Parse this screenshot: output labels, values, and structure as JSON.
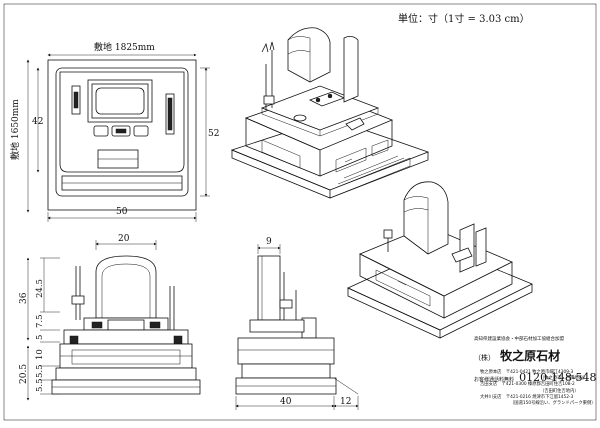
{
  "unit_note": "単位：寸（1寸 = 3.03 cm）",
  "plan_view": {
    "site_width_label": "敷地 1825mm",
    "site_depth_label": "敷地 1650mm",
    "dim_width": "50",
    "dim_depth_left": "42",
    "dim_depth_right": "52"
  },
  "front_view": {
    "dim_top": "20",
    "dim_total_height": "36",
    "dim_upper_height": "24.5",
    "dim_lower_height": "20.5",
    "side_dims": [
      "7.5",
      "5",
      "10",
      "5.5",
      "5.5"
    ]
  },
  "side_view": {
    "dim_top": "9",
    "dim_depth": "40",
    "dim_front": "12"
  },
  "company": {
    "tagline": "高知県建設業協会・中部石材加工協組合加盟",
    "name_prefix": "（株）",
    "name": "牧之原石材",
    "phone_label": "お客様通話料無料",
    "phone": "0120-148-548",
    "branches": [
      {
        "name": "牧之原本店",
        "address": "〒421-0421 牧之原市細江4309-3",
        "note": "（牧之原市・西隣地内）"
      },
      {
        "name": "吉田支店",
        "address": "〒421-0300 榛原郡吉田町住吉108-2",
        "note": "（吉田町住吉地内）"
      },
      {
        "name": "大井川支店",
        "address": "〒421-0216 焼津市下江留1452-3",
        "note": "（国道150号線沿い、グランドパーク東側）"
      }
    ]
  }
}
